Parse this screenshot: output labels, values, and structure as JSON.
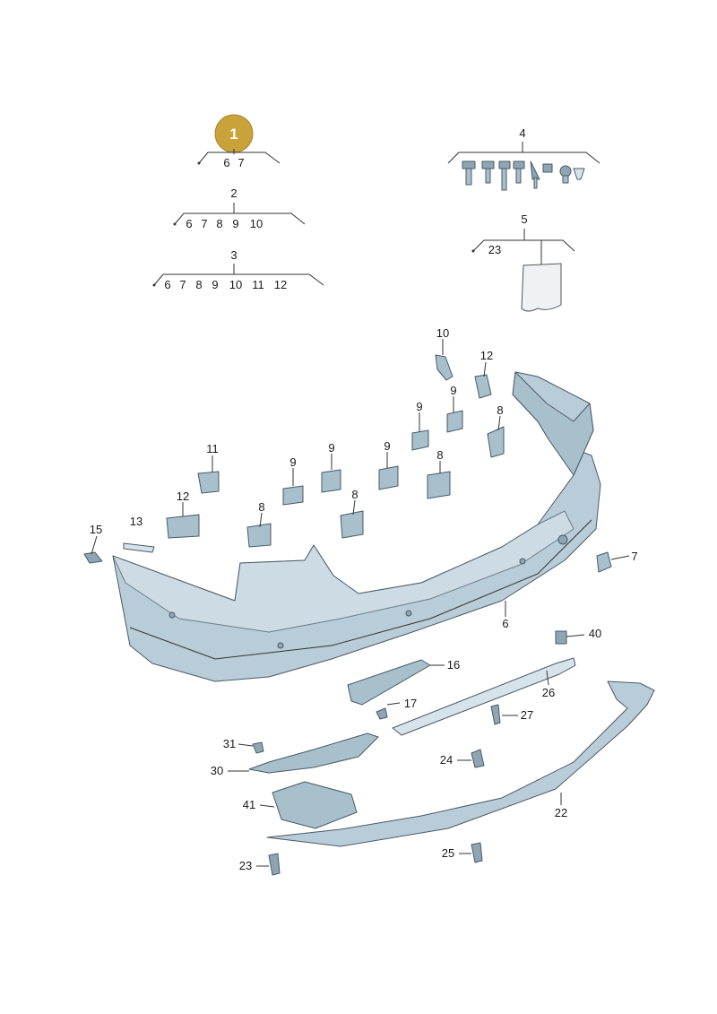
{
  "badge": {
    "number": "1",
    "color": "#c9a23a"
  },
  "groups": [
    {
      "label": "",
      "items": [
        "6",
        "7"
      ]
    },
    {
      "label": "2",
      "items": [
        "6",
        "7",
        "8",
        "9",
        "10"
      ]
    },
    {
      "label": "3",
      "items": [
        "6",
        "7",
        "8",
        "9",
        "10",
        "11",
        "12"
      ]
    },
    {
      "label": "4",
      "items": []
    },
    {
      "label": "5",
      "items": [
        "23"
      ]
    }
  ],
  "callouts": [
    "10",
    "12",
    "9",
    "8",
    "9",
    "9",
    "11",
    "9",
    "9",
    "12",
    "8",
    "8",
    "8",
    "13",
    "15",
    "7",
    "6",
    "40",
    "16",
    "26",
    "17",
    "27",
    "31",
    "24",
    "30",
    "41",
    "22",
    "25",
    "23"
  ],
  "colors": {
    "part_fill": "#b9cdd8",
    "part_stroke": "#4a5a66",
    "leader": "#333333"
  }
}
